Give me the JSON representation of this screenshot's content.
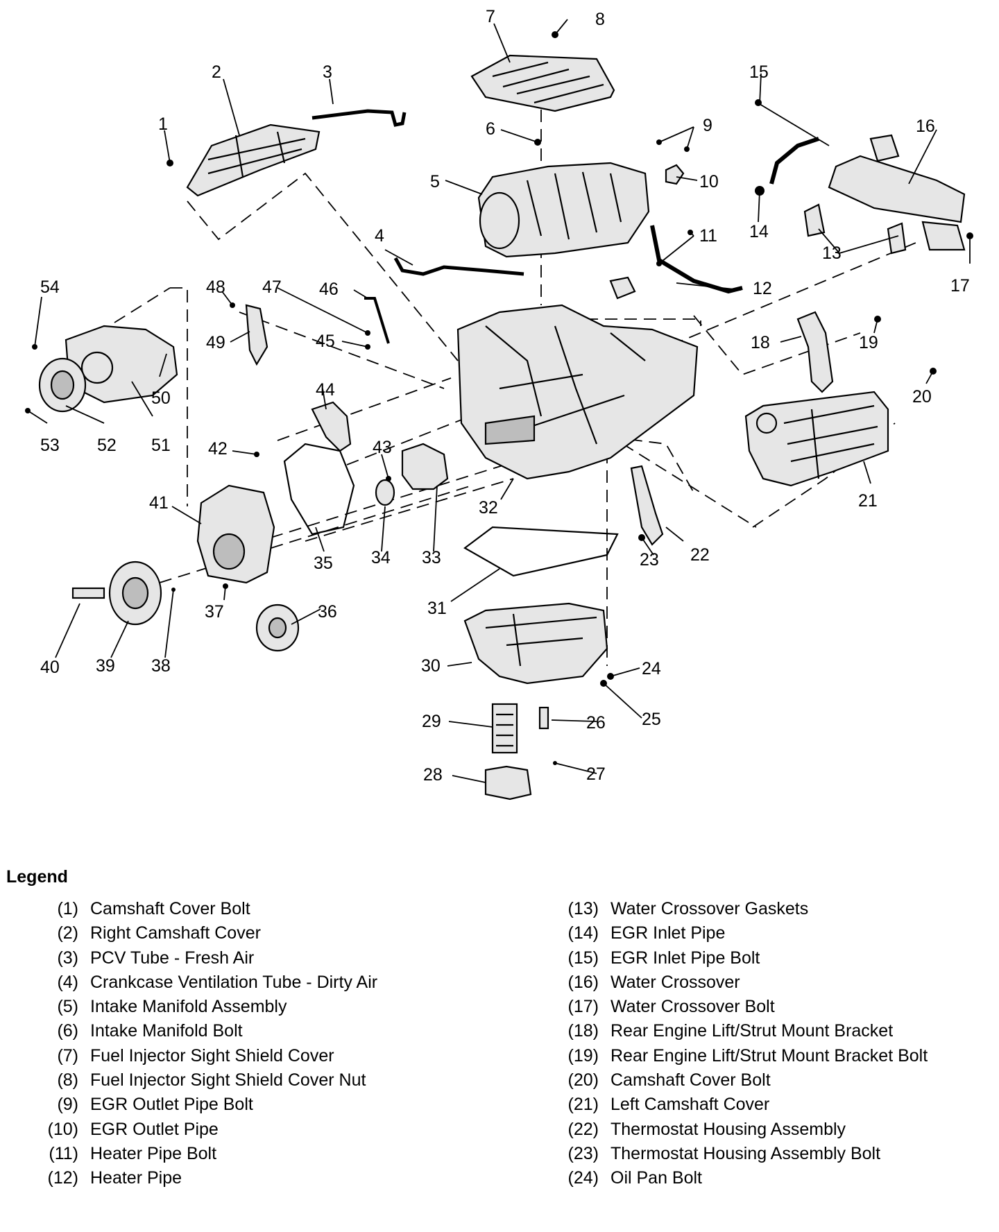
{
  "callouts": [
    {
      "id": "1",
      "label": "1"
    },
    {
      "id": "2",
      "label": "2"
    },
    {
      "id": "3",
      "label": "3"
    },
    {
      "id": "4",
      "label": "4"
    },
    {
      "id": "5",
      "label": "5"
    },
    {
      "id": "6",
      "label": "6"
    },
    {
      "id": "7",
      "label": "7"
    },
    {
      "id": "8",
      "label": "8"
    },
    {
      "id": "9",
      "label": "9"
    },
    {
      "id": "10",
      "label": "10"
    },
    {
      "id": "11",
      "label": "11"
    },
    {
      "id": "12",
      "label": "12"
    },
    {
      "id": "13",
      "label": "13"
    },
    {
      "id": "14",
      "label": "14"
    },
    {
      "id": "15",
      "label": "15"
    },
    {
      "id": "16",
      "label": "16"
    },
    {
      "id": "17",
      "label": "17"
    },
    {
      "id": "18",
      "label": "18"
    },
    {
      "id": "19",
      "label": "19"
    },
    {
      "id": "20",
      "label": "20"
    },
    {
      "id": "21",
      "label": "21"
    },
    {
      "id": "22",
      "label": "22"
    },
    {
      "id": "23",
      "label": "23"
    },
    {
      "id": "24",
      "label": "24"
    },
    {
      "id": "25",
      "label": "25"
    },
    {
      "id": "26",
      "label": "26"
    },
    {
      "id": "27",
      "label": "27"
    },
    {
      "id": "28",
      "label": "28"
    },
    {
      "id": "29",
      "label": "29"
    },
    {
      "id": "30",
      "label": "30"
    },
    {
      "id": "31",
      "label": "31"
    },
    {
      "id": "32",
      "label": "32"
    },
    {
      "id": "33",
      "label": "33"
    },
    {
      "id": "34",
      "label": "34"
    },
    {
      "id": "35",
      "label": "35"
    },
    {
      "id": "36",
      "label": "36"
    },
    {
      "id": "37",
      "label": "37"
    },
    {
      "id": "38",
      "label": "38"
    },
    {
      "id": "39",
      "label": "39"
    },
    {
      "id": "40",
      "label": "40"
    },
    {
      "id": "41",
      "label": "41"
    },
    {
      "id": "42",
      "label": "42"
    },
    {
      "id": "43",
      "label": "43"
    },
    {
      "id": "44",
      "label": "44"
    },
    {
      "id": "45",
      "label": "45"
    },
    {
      "id": "46",
      "label": "46"
    },
    {
      "id": "47",
      "label": "47"
    },
    {
      "id": "48",
      "label": "48"
    },
    {
      "id": "49",
      "label": "49"
    },
    {
      "id": "50",
      "label": "50"
    },
    {
      "id": "51",
      "label": "51"
    },
    {
      "id": "52",
      "label": "52"
    },
    {
      "id": "53",
      "label": "53"
    },
    {
      "id": "54",
      "label": "54"
    }
  ],
  "legend": {
    "title": "Legend",
    "left": [
      {
        "num": "(1)",
        "text": "Camshaft Cover Bolt"
      },
      {
        "num": "(2)",
        "text": "Right Camshaft Cover"
      },
      {
        "num": "(3)",
        "text": "PCV Tube - Fresh Air"
      },
      {
        "num": "(4)",
        "text": "Crankcase Ventilation Tube - Dirty Air"
      },
      {
        "num": "(5)",
        "text": "Intake Manifold Assembly"
      },
      {
        "num": "(6)",
        "text": "Intake Manifold Bolt"
      },
      {
        "num": "(7)",
        "text": "Fuel Injector Sight Shield Cover"
      },
      {
        "num": "(8)",
        "text": "Fuel Injector Sight Shield Cover Nut"
      },
      {
        "num": "(9)",
        "text": "EGR Outlet Pipe Bolt"
      },
      {
        "num": "(10)",
        "text": "EGR Outlet Pipe"
      },
      {
        "num": "(11)",
        "text": "Heater Pipe Bolt"
      },
      {
        "num": "(12)",
        "text": "Heater Pipe"
      }
    ],
    "right": [
      {
        "num": "(13)",
        "text": "Water Crossover Gaskets"
      },
      {
        "num": "(14)",
        "text": "EGR Inlet Pipe"
      },
      {
        "num": "(15)",
        "text": "EGR Inlet Pipe Bolt"
      },
      {
        "num": "(16)",
        "text": "Water Crossover"
      },
      {
        "num": "(17)",
        "text": "Water Crossover Bolt"
      },
      {
        "num": "(18)",
        "text": "Rear Engine Lift/Strut Mount Bracket"
      },
      {
        "num": "(19)",
        "text": "Rear Engine Lift/Strut Mount Bracket Bolt"
      },
      {
        "num": "(20)",
        "text": "Camshaft Cover Bolt"
      },
      {
        "num": "(21)",
        "text": "Left Camshaft Cover"
      },
      {
        "num": "(22)",
        "text": "Thermostat Housing Assembly"
      },
      {
        "num": "(23)",
        "text": "Thermostat Housing Assembly Bolt"
      },
      {
        "num": "(24)",
        "text": "Oil Pan Bolt"
      }
    ]
  }
}
